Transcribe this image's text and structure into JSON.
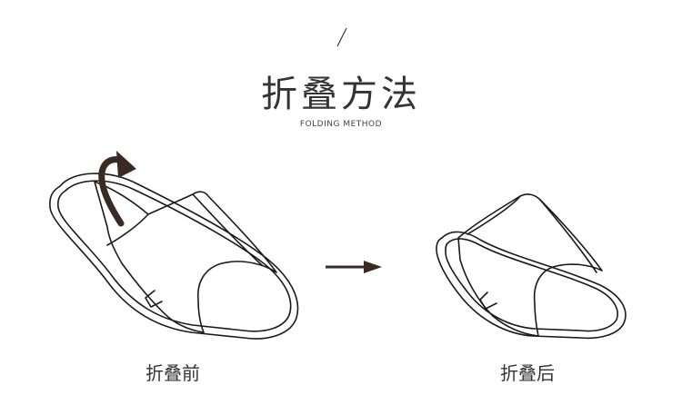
{
  "header": {
    "title": "折叠方法",
    "subtitle": "FOLDING METHOD"
  },
  "captions": {
    "before": "折叠前",
    "after": "折叠后"
  },
  "colors": {
    "line": "#1a1a1a",
    "arrow": "#3a2a24",
    "text": "#333333"
  },
  "icons": [
    "slash-divider-icon",
    "curved-fold-arrow-icon",
    "right-arrow-icon"
  ]
}
